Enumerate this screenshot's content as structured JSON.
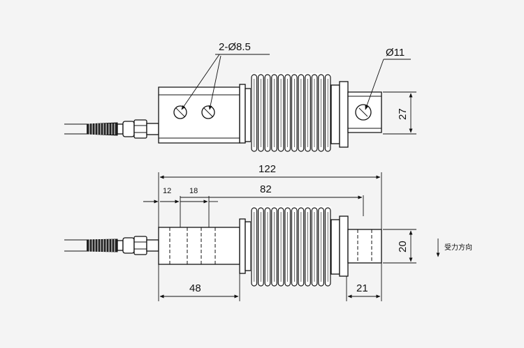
{
  "annotations": {
    "holes": "2-Ø8.5",
    "hole_single": "Ø11",
    "height_top": "27",
    "overall_length": "122",
    "length_82": "82",
    "length_12": "12",
    "length_18": "18",
    "height_bottom": "20",
    "length_48": "48",
    "length_21": "21",
    "force_direction": "受力方向"
  }
}
